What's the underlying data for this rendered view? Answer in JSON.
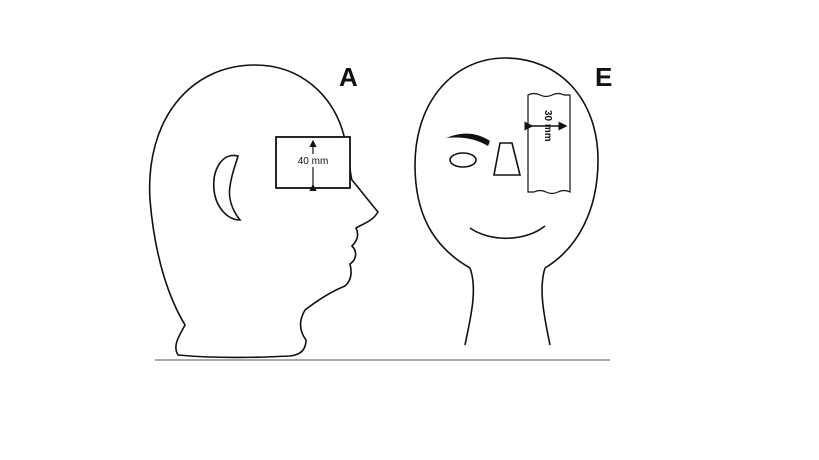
{
  "figure": {
    "panel_side": {
      "label": "A",
      "measurement": "40 mm"
    },
    "panel_front": {
      "label": "E",
      "measurement": "30 mm"
    }
  }
}
